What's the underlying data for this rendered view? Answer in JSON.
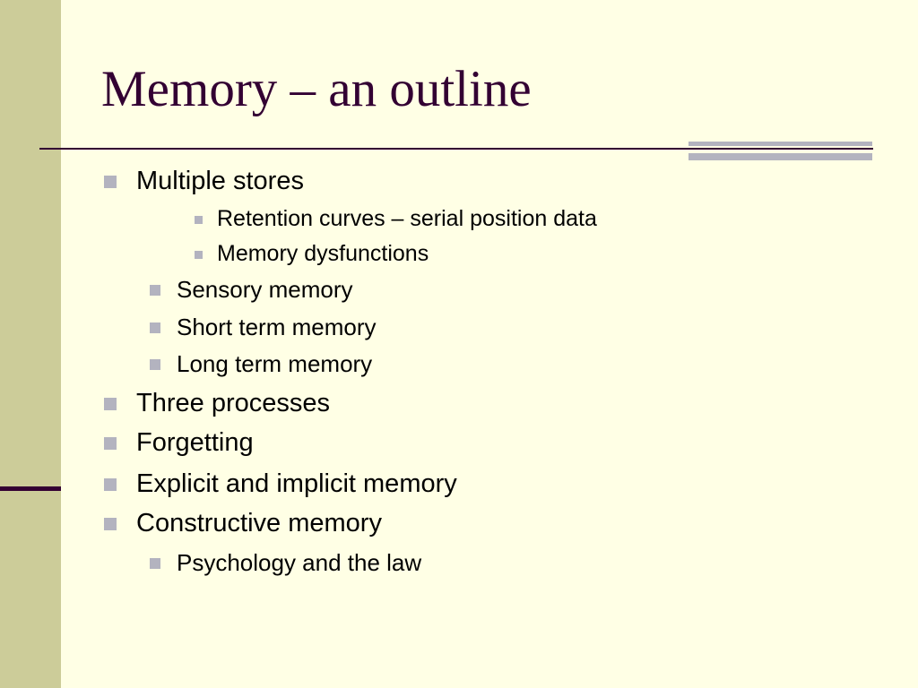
{
  "slide": {
    "title": "Memory – an outline",
    "colors": {
      "background": "#FFFFE5",
      "side_bar": "#CCCC99",
      "accent_dark": "#330033",
      "bullet_gray": "#B3B3BF"
    },
    "outline": [
      {
        "level": 1,
        "text": "Multiple stores"
      },
      {
        "level": 3,
        "text": "Retention curves – serial position data"
      },
      {
        "level": 3,
        "text": "Memory dysfunctions"
      },
      {
        "level": 2,
        "text": "Sensory memory"
      },
      {
        "level": 2,
        "text": "Short term memory"
      },
      {
        "level": 2,
        "text": "Long term memory"
      },
      {
        "level": 1,
        "text": "Three processes"
      },
      {
        "level": 1,
        "text": "Forgetting"
      },
      {
        "level": 1,
        "text": "Explicit and implicit memory"
      },
      {
        "level": 1,
        "text": "Constructive memory"
      },
      {
        "level": 2,
        "text": "Psychology and the law"
      }
    ]
  }
}
